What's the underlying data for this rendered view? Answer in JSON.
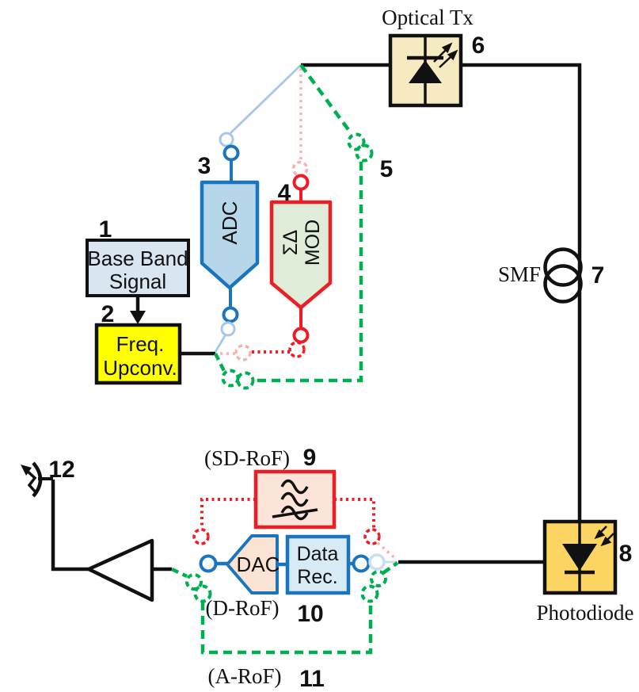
{
  "labels": {
    "baseband_l1": "Base Band",
    "baseband_l2": "Signal",
    "upconv_l1": "Freq.",
    "upconv_l2": "Upconv.",
    "adc": "ADC",
    "mod_l1": "ΣΔ",
    "mod_l2": "MOD",
    "optical_tx": "Optical Tx",
    "smf": "SMF",
    "photodiode": "Photodiode",
    "sd_rof": "(SD-RoF)",
    "d_rof": "(D-RoF)",
    "a_rof": "(A-RoF)",
    "dac": "DAC",
    "datarec_l1": "Data",
    "datarec_l2": "Rec."
  },
  "numbers": {
    "baseband": "1",
    "upconv": "2",
    "adc": "3",
    "mod": "4",
    "switch": "5",
    "optical_tx": "6",
    "smf": "7",
    "photodiode": "8",
    "filter": "9",
    "d_rof": "10",
    "a_rof": "11",
    "antenna": "12"
  },
  "colors": {
    "wire_black": "#111111",
    "green_path": "#00b050",
    "red_path": "#ee1c25",
    "blue_border": "#1b75bc",
    "faded_blue": "#a8c7e8",
    "pale_blue": "#c9def1",
    "faded_pink": "#f5b3ac",
    "baseband_fill": "#d9e5f1",
    "upconv_fill": "#ffff00",
    "adc_fill": "#b6d7ea",
    "mod_fill": "#dfecd7",
    "optical_tx_fill": "#f6eac3",
    "photodiode_fill": "#fcd462",
    "filter_fill": "#fce5d8",
    "dac_fill": "#fbe3d3",
    "datarec_fill": "#d9eaf7"
  }
}
